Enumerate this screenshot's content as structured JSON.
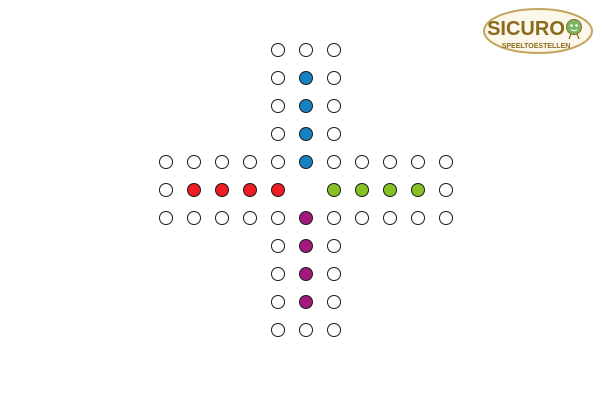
{
  "logo": {
    "brand": "SICURO",
    "tagline": "SPEELTOESTELLEN",
    "colors": {
      "ring": "#c4a55e",
      "fill": "#fbf7ea",
      "text": "#8a6a1e",
      "face": "#7bb661"
    }
  },
  "board": {
    "layout": "cross",
    "empty_hole_color": "#ffffff",
    "outline_color": "#1a1a1a",
    "players": [
      {
        "color_name": "blue",
        "color": "#1581c4",
        "arm": "top",
        "pegs": 4
      },
      {
        "color_name": "red",
        "color": "#ee1c25",
        "arm": "left",
        "pegs": 4
      },
      {
        "color_name": "green",
        "color": "#86c226",
        "arm": "right",
        "pegs": 4
      },
      {
        "color_name": "purple",
        "color": "#a4197e",
        "arm": "bottom",
        "pegs": 4
      }
    ]
  }
}
